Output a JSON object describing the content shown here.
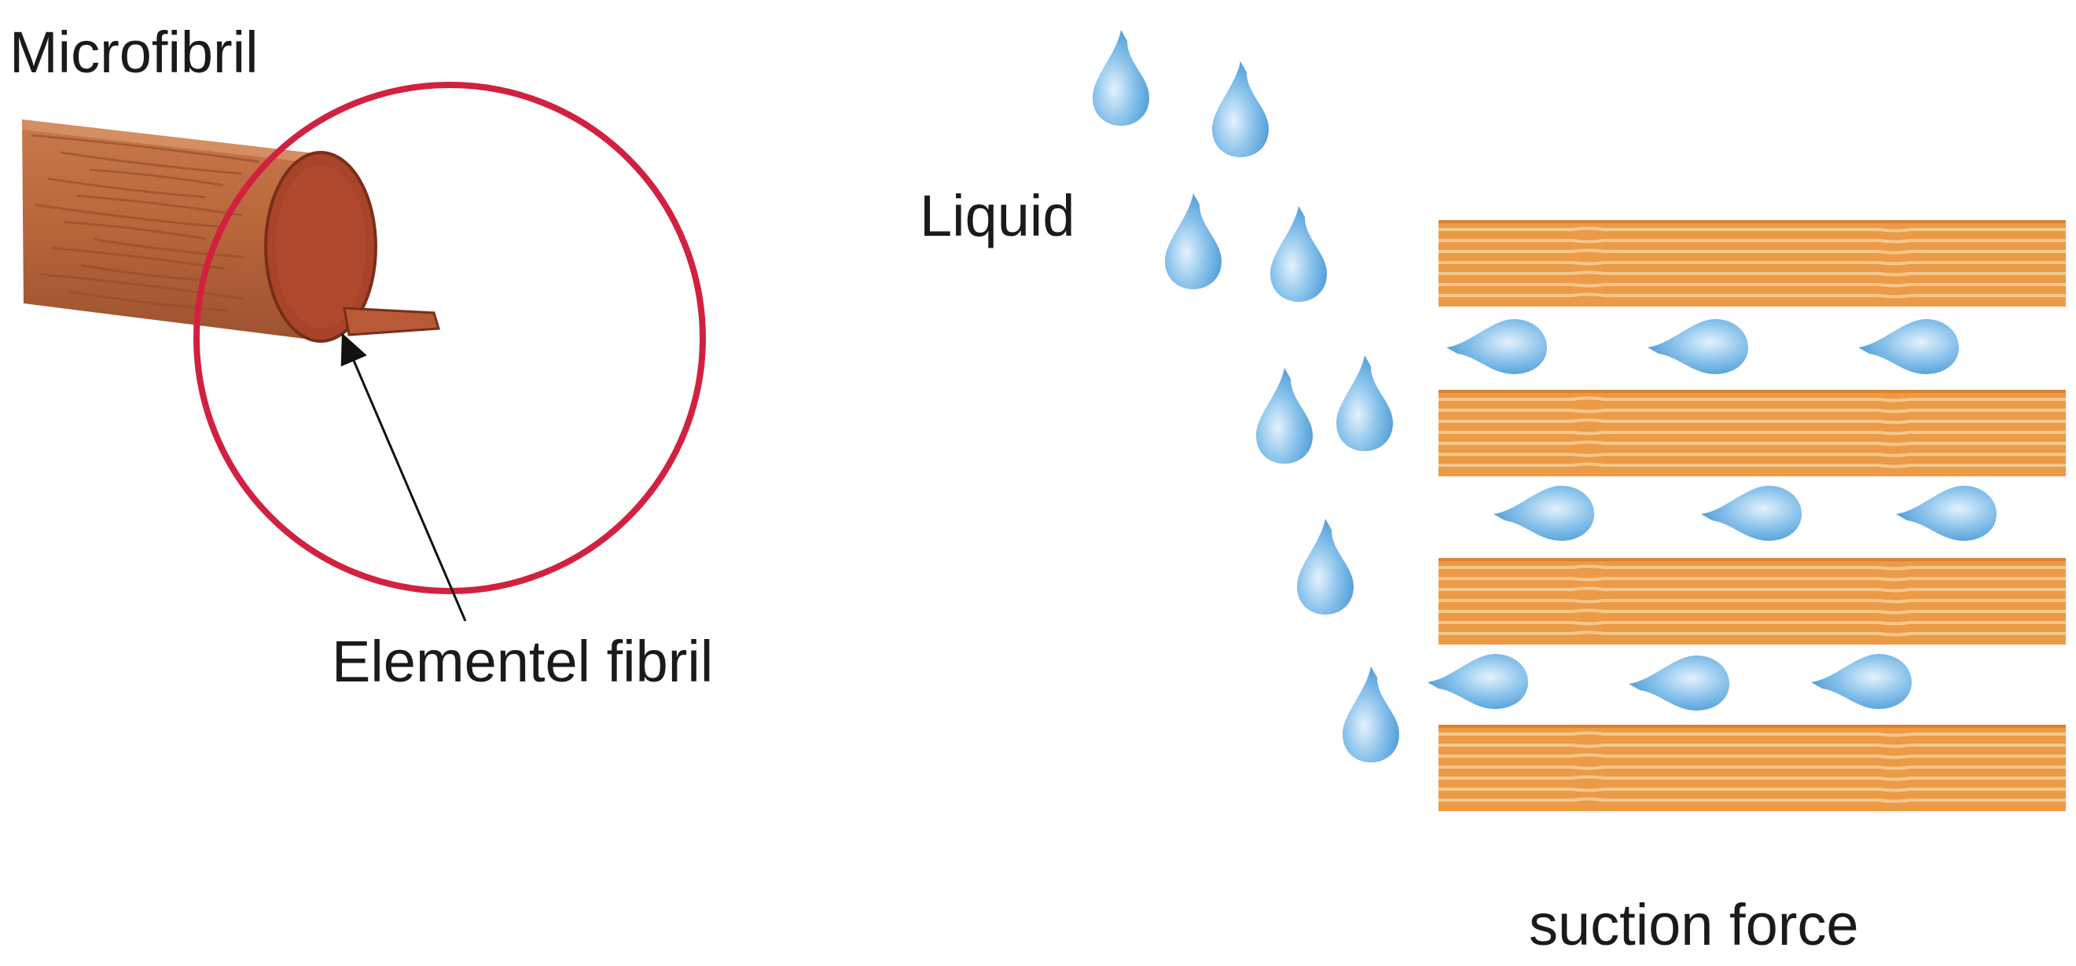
{
  "labels": {
    "microfibril": "Microfibril",
    "elementel_fibril": "Elementel fibril",
    "liquid": "Liquid",
    "suction_force": "suction force"
  },
  "colors": {
    "wood": "#b8653a",
    "wood_dark": "#8a3f22",
    "wood_cut": "#a8442a",
    "circle": "#d2213f",
    "fiber_layer": "#ec9a45",
    "fiber_stripe": "#f6cf9a",
    "drop_light": "#d7ecfa",
    "drop_dark": "#3f95d4",
    "arrow": "#111111"
  },
  "icons": {
    "falling_drop": "droplet-icon",
    "absorbed_drop": "droplet-horizontal-icon"
  }
}
